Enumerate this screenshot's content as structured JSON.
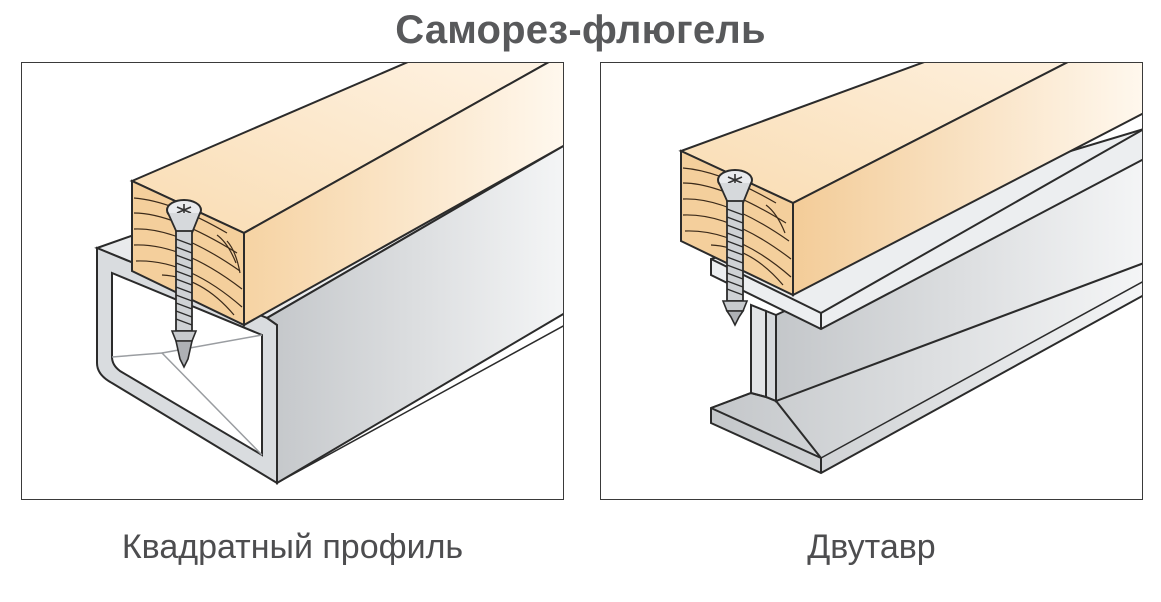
{
  "title": "Саморез-флюгель",
  "panels": [
    {
      "caption": "Квадратный профиль",
      "profile": "square-tube"
    },
    {
      "caption": "Двутавр",
      "profile": "i-beam"
    }
  ],
  "colors": {
    "wood_light": "#fbe3bf",
    "wood_dark": "#ecc48f",
    "steel_light": "#f2f3f4",
    "steel_dark": "#bfc2c5",
    "outline": "#2b2b2b"
  }
}
